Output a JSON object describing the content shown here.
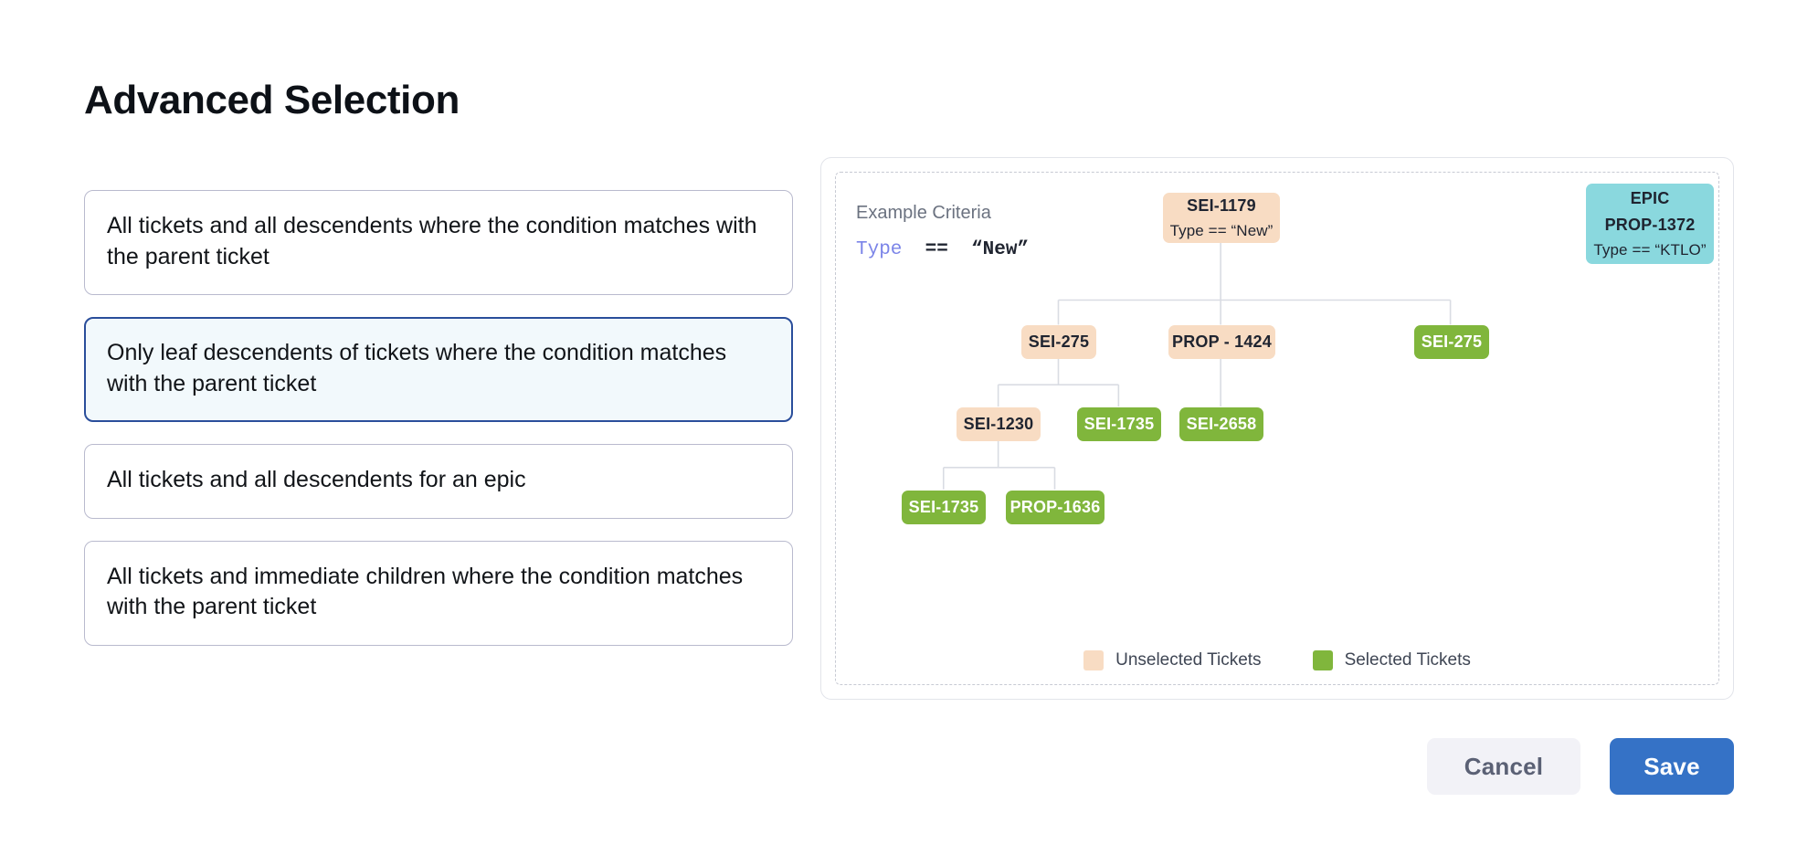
{
  "page_title": "Advanced Selection",
  "options": [
    {
      "id": "all-descendents-condition",
      "label": "All tickets and all descendents where the condition matches with the parent ticket",
      "selected": false
    },
    {
      "id": "leaf-descendents-condition",
      "label": "Only leaf descendents of tickets where the condition matches with the parent ticket",
      "selected": true
    },
    {
      "id": "all-descendents-epic",
      "label": "All tickets and all descendents for an epic",
      "selected": false
    },
    {
      "id": "immediate-children-condition",
      "label": "All tickets and immediate children where the condition matches with the parent ticket",
      "selected": false
    }
  ],
  "diagram": {
    "criteria_label": "Example Criteria",
    "criteria": {
      "field": "Type",
      "operator": "==",
      "value": "“New”"
    },
    "nodes": {
      "root": {
        "title": "SEI-1179",
        "sub": "Type == “New”",
        "state": "unselected"
      },
      "epic": {
        "line1": "EPIC",
        "line2": "PROP-1372",
        "sub": "Type == “KTLO”",
        "state": "epic"
      },
      "r2c1": {
        "title": "SEI-275",
        "state": "unselected"
      },
      "r2c2": {
        "title": "PROP - 1424",
        "state": "unselected"
      },
      "r2c3": {
        "title": "SEI-275",
        "state": "selected"
      },
      "r3c1": {
        "title": "SEI-1230",
        "state": "unselected"
      },
      "r3c2": {
        "title": "SEI-1735",
        "state": "selected"
      },
      "r3c3": {
        "title": "SEI-2658",
        "state": "selected"
      },
      "r4c1": {
        "title": "SEI-1735",
        "state": "selected"
      },
      "r4c2": {
        "title": "PROP-1636",
        "state": "selected"
      }
    },
    "legend": [
      {
        "label": "Unselected Tickets",
        "color": "#f8dcc3"
      },
      {
        "label": "Selected Tickets",
        "color": "#80b63c"
      }
    ]
  },
  "footer": {
    "cancel_label": "Cancel",
    "save_label": "Save"
  },
  "colors": {
    "accent_blue": "#3572c6",
    "selected_border": "#2a4e9b",
    "selected_bg": "#f2f9fc",
    "unselected_node": "#f8dcc3",
    "selected_node": "#80b63c",
    "epic_node": "#8ad8de",
    "edge": "#d9dce3"
  }
}
